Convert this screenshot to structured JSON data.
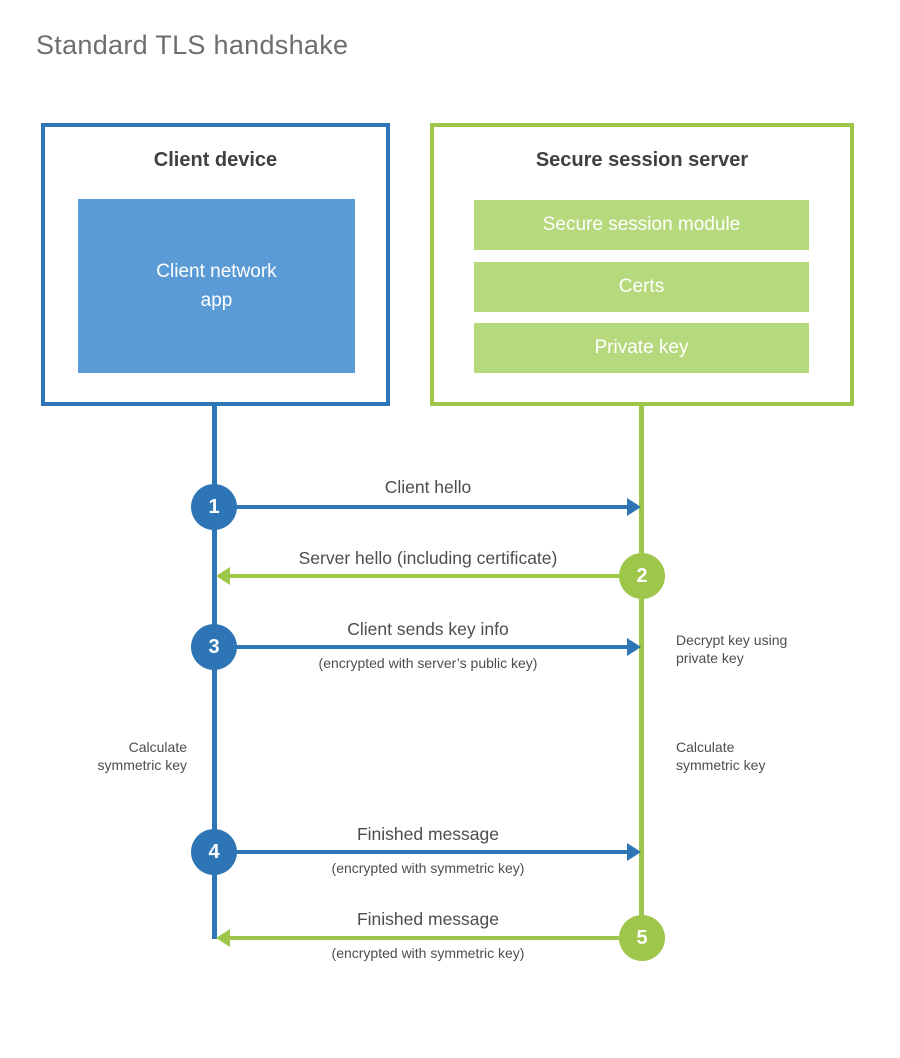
{
  "title": "Standard TLS handshake",
  "colors": {
    "blue": "#2e75b6",
    "blue_fill": "#5b9bd5",
    "green": "#9ec64a",
    "green_fill": "#b5d97c",
    "heading_text": "#3f4043",
    "label_text": "#4c4d4f",
    "title_text": "#6d6e71"
  },
  "client": {
    "title": "Client device",
    "app_label": "Client network\napp"
  },
  "server": {
    "title": "Secure session server",
    "modules": [
      "Secure session module",
      "Certs",
      "Private key"
    ]
  },
  "steps": [
    {
      "num": "1",
      "label": "Client hello",
      "sublabel": "",
      "direction": "right"
    },
    {
      "num": "2",
      "label": "Server hello (including certificate)",
      "sublabel": "",
      "direction": "left"
    },
    {
      "num": "3",
      "label": "Client sends key info",
      "sublabel": "(encrypted with server’s public key)",
      "direction": "right"
    },
    {
      "num": "4",
      "label": "Finished message",
      "sublabel": "(encrypted with symmetric key)",
      "direction": "right"
    },
    {
      "num": "5",
      "label": "Finished message",
      "sublabel": "(encrypted with symmetric key)",
      "direction": "left"
    }
  ],
  "notes": {
    "decrypt": "Decrypt key using\nprivate key",
    "calculate_left": "Calculate\nsymmetric key",
    "calculate_right": "Calculate\nsymmetric key"
  }
}
